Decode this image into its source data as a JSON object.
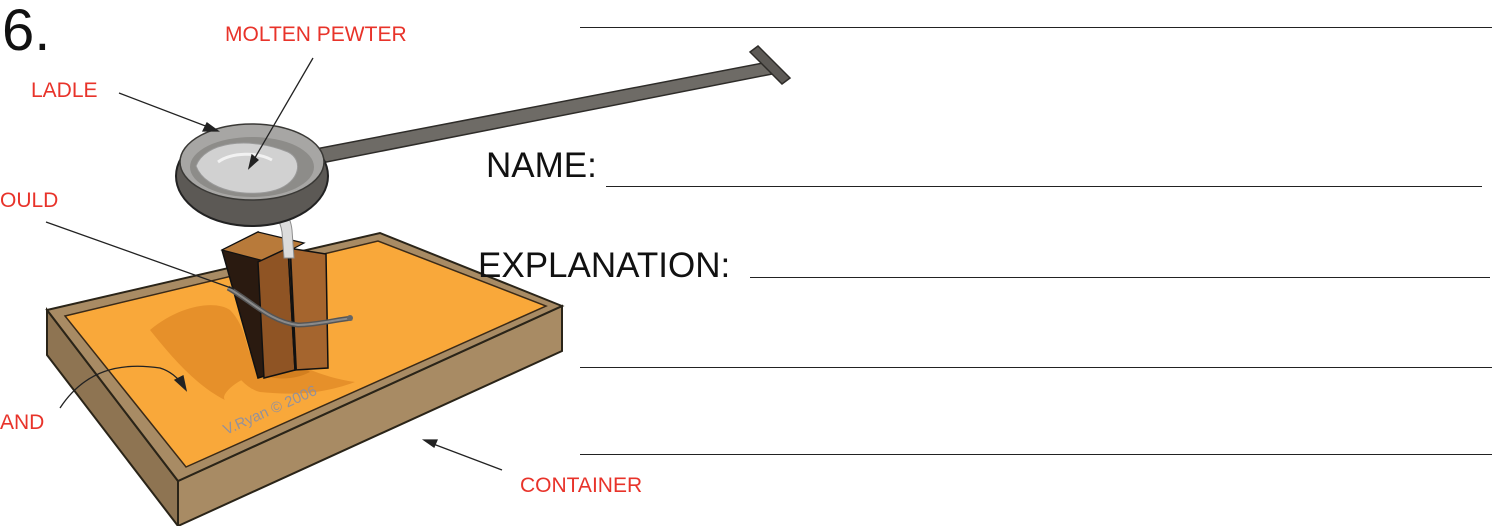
{
  "question": {
    "number": "6."
  },
  "labels": {
    "molten_pewter": "MOLTEN PEWTER",
    "ladle": "LADLE",
    "mould": "OULD",
    "sand": "AND",
    "container": "CONTAINER"
  },
  "watermark": "V.Ryan © 2006",
  "form": {
    "name_label": "NAME:",
    "explanation_label": "EXPLANATION:"
  },
  "colors": {
    "label_red": "#e8332a",
    "sand_orange": "#f9a83a",
    "container_brown": "#a88b64",
    "mould_dark": "#2a1a10",
    "mould_wood": "#9a5a28",
    "ladle_metal": "#6e6b66",
    "pewter": "#c8c8c8"
  }
}
